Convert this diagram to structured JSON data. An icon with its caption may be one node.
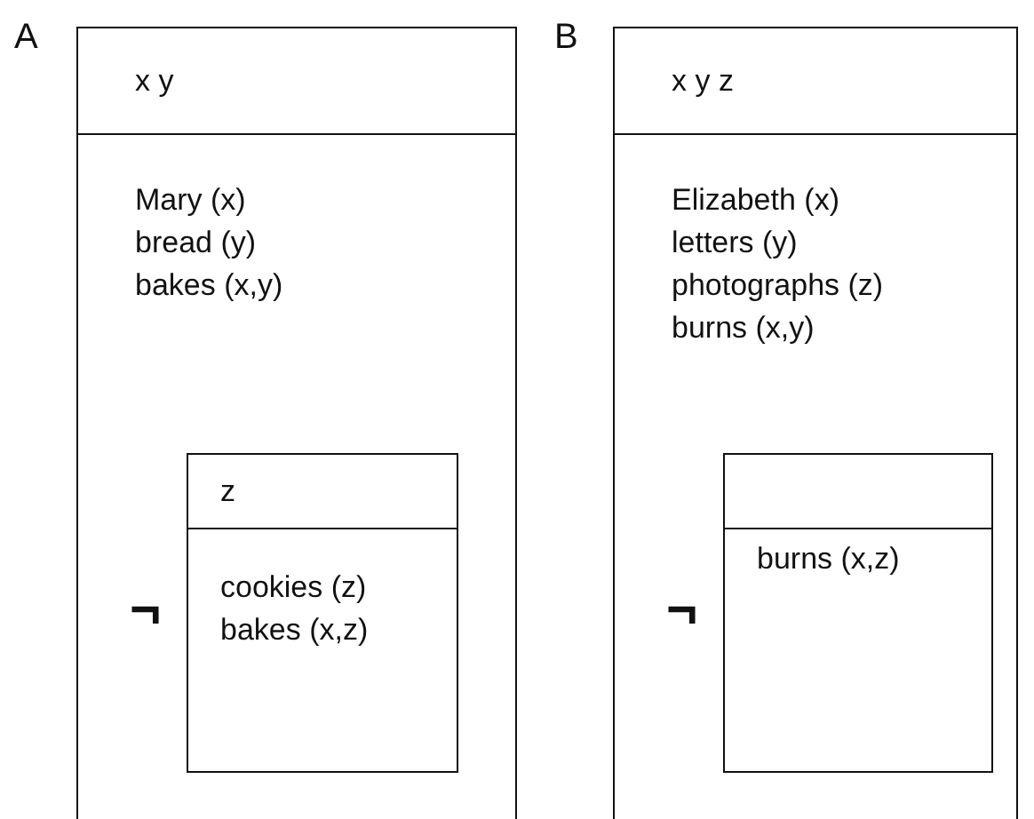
{
  "diagram": {
    "nodes": [
      {
        "text": [
          "x y",
          "Mary (x)",
          "bread (y)",
          "bakes (x,y)"
        ]
      },
      {
        "text": [
          "z",
          "cookies (z)",
          "bakes (x,z)"
        ],
        "in": 0,
        "beside": [
          "¬"
        ]
      },
      {
        "text": [
          "x y z",
          "Elizabeth (x)",
          "letters (y)",
          "photographs (z)",
          "burns (x,y)"
        ]
      },
      {
        "text": [
          "burns (x,z)"
        ],
        "in": 2,
        "beside": [
          "¬"
        ]
      }
    ],
    "edges": [],
    "labels": [
      "A",
      "B"
    ]
  }
}
